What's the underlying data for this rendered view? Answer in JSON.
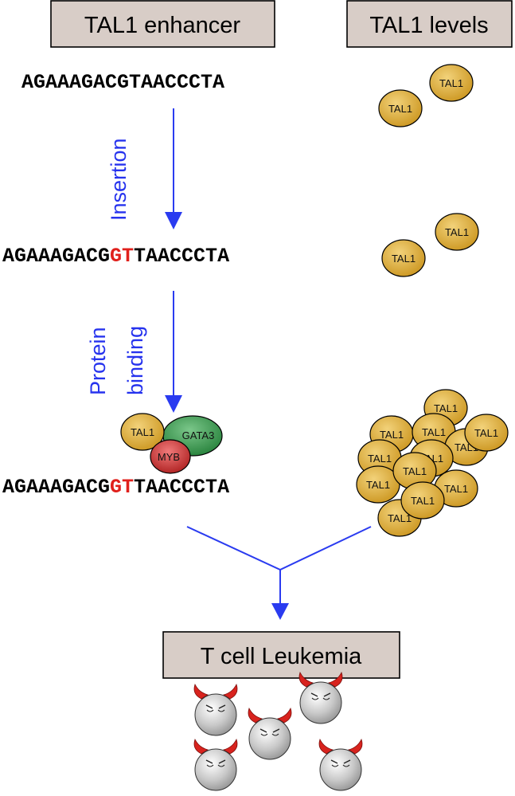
{
  "headers": {
    "left": "TAL1 enhancer",
    "right": "TAL1 levels"
  },
  "sequences": {
    "original": "AGAAAGACGTAACCCTA",
    "mutated_prefix": "AGAAAGACG",
    "inserted": "GT",
    "mutated_suffix": "TAACCCTA"
  },
  "steps": {
    "step1": "Insertion",
    "step2_line1": "Protein",
    "step2_line2": "binding"
  },
  "proteins": {
    "tal1": "TAL1",
    "gata3": "GATA3",
    "myb": "MYB"
  },
  "outcome": "T cell Leukemia",
  "colors": {
    "arrow": "#2a3bf0",
    "insertion": "#e0201c",
    "box_fill": "#d8cdc7",
    "tal1": "#d9a526",
    "gata3": "#2f9445",
    "myb": "#c92b2b",
    "cell": "#a8a8a8",
    "horn": "#d8231e"
  }
}
